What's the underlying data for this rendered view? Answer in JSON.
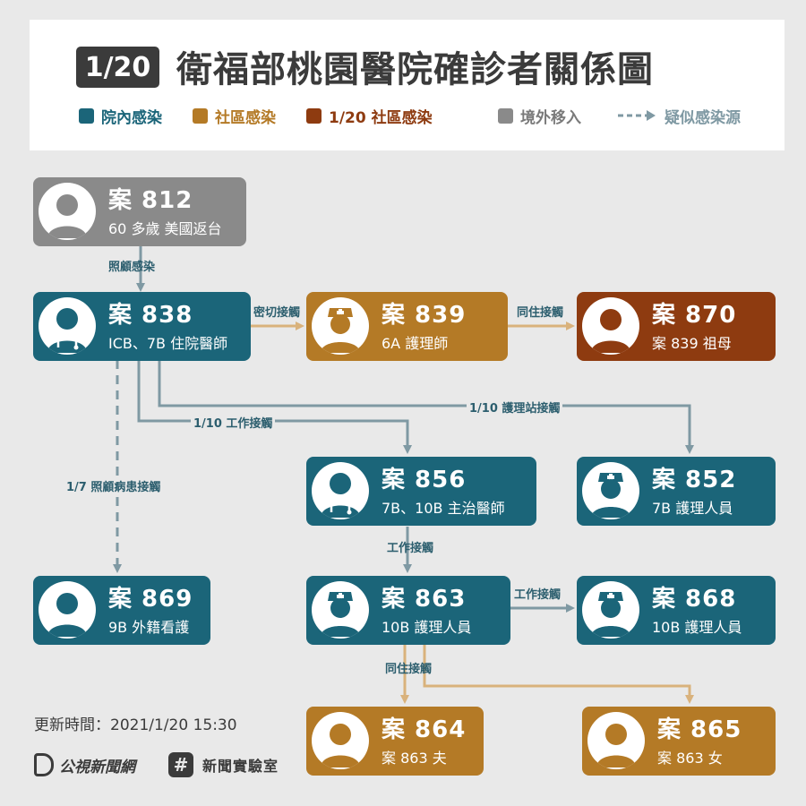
{
  "header": {
    "date_badge": "1/20",
    "title": "衛福部桃園醫院確診者關係圖"
  },
  "colors": {
    "hospital": "#1b6579",
    "community": "#b47a26",
    "community_0120": "#8e3b10",
    "imported": "#8a8a8a",
    "suspected_line": "#7f99a3"
  },
  "legend": [
    {
      "label": "院內感染",
      "color": "#1b6579",
      "text_color": "#1b6579",
      "kind": "swatch"
    },
    {
      "label": "社區感染",
      "color": "#b47a26",
      "text_color": "#b47a26",
      "kind": "swatch"
    },
    {
      "label": "1/20 社區感染",
      "color": "#8e3b10",
      "text_color": "#8e3b10",
      "kind": "swatch"
    },
    {
      "label": "境外移入",
      "color": "#8a8a8a",
      "text_color": "#7a7a7a",
      "kind": "swatch"
    },
    {
      "label": "疑似感染源",
      "color": "#7f99a3",
      "text_color": "#7f99a3",
      "kind": "dashed-arrow"
    }
  ],
  "cases": {
    "c812": {
      "case": "案 812",
      "desc": "60 多歲 美國返台",
      "icon": "person-icon"
    },
    "c838": {
      "case": "案 838",
      "desc": "ICB、7B 住院醫師",
      "icon": "doctor-icon"
    },
    "c839": {
      "case": "案 839",
      "desc": "6A 護理師",
      "icon": "nurse-icon"
    },
    "c870": {
      "case": "案 870",
      "desc": "案 839 祖母",
      "icon": "person-icon"
    },
    "c856": {
      "case": "案 856",
      "desc": "7B、10B 主治醫師",
      "icon": "doctor-icon"
    },
    "c852": {
      "case": "案 852",
      "desc": "7B 護理人員",
      "icon": "nurse-icon"
    },
    "c869": {
      "case": "案 869",
      "desc": "9B 外籍看護",
      "icon": "person-icon"
    },
    "c863": {
      "case": "案 863",
      "desc": "10B 護理人員",
      "icon": "nurse-icon"
    },
    "c868": {
      "case": "案 868",
      "desc": "10B 護理人員",
      "icon": "nurse-icon"
    },
    "c864": {
      "case": "案 864",
      "desc": "案 863 夫",
      "icon": "person-icon"
    },
    "c865": {
      "case": "案 865",
      "desc": "案 863 女",
      "icon": "person-icon"
    }
  },
  "edges": {
    "e812_838": "照顧感染",
    "e838_839": "密切接觸",
    "e839_870": "同住接觸",
    "e838_852": "1/10 護理站接觸",
    "e838_856": "1/10 工作接觸",
    "e838_869": "1/7 照顧病患接觸",
    "e856_863": "工作接觸",
    "e863_868": "工作接觸",
    "e863_864_865": "同住接觸"
  },
  "footer": {
    "update_time": "更新時間：2021/1/20 15:30",
    "logo_pts": "公視新聞網",
    "logo_lab_mark": "#",
    "logo_lab": "新聞實驗室"
  }
}
